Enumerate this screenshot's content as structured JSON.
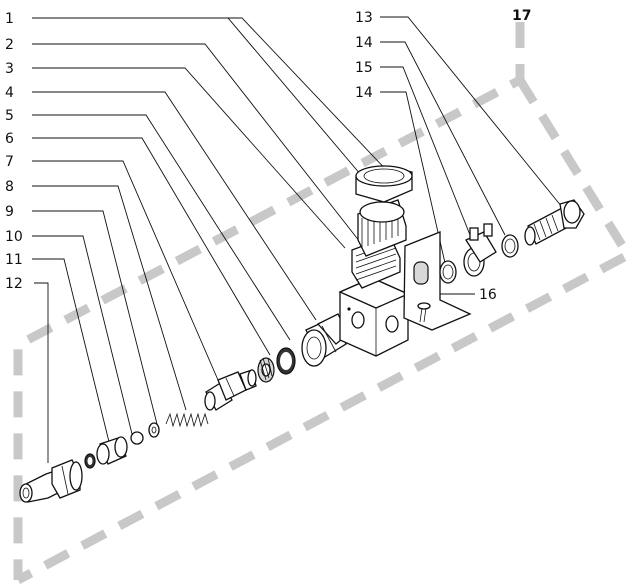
{
  "callouts": [
    {
      "id": "c1",
      "label": "1"
    },
    {
      "id": "c2",
      "label": "2"
    },
    {
      "id": "c3",
      "label": "3"
    },
    {
      "id": "c4",
      "label": "4"
    },
    {
      "id": "c5",
      "label": "5"
    },
    {
      "id": "c6",
      "label": "6"
    },
    {
      "id": "c7",
      "label": "7"
    },
    {
      "id": "c8",
      "label": "8"
    },
    {
      "id": "c9",
      "label": "9"
    },
    {
      "id": "c10",
      "label": "10"
    },
    {
      "id": "c11",
      "label": "11"
    },
    {
      "id": "c12",
      "label": "12"
    },
    {
      "id": "c13",
      "label": "13"
    },
    {
      "id": "c14a",
      "label": "14"
    },
    {
      "id": "c15",
      "label": "15"
    },
    {
      "id": "c14b",
      "label": "14"
    },
    {
      "id": "c16",
      "label": "16"
    },
    {
      "id": "c17",
      "label": "17"
    }
  ],
  "kit_outline_color": "#c8c8c8",
  "line_color": "#111111"
}
